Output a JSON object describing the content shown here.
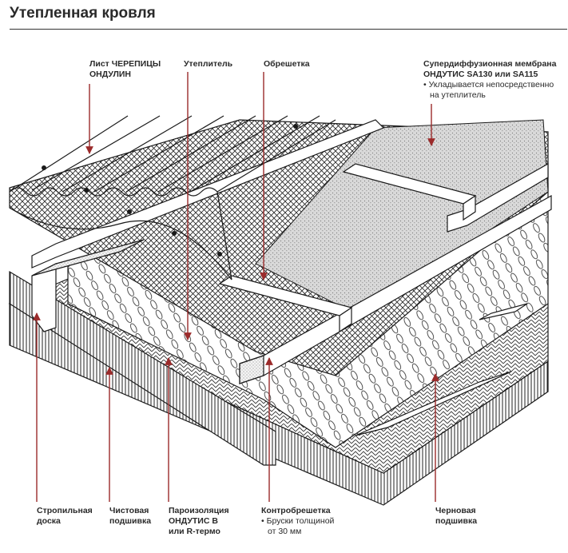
{
  "title": "Утепленная кровля",
  "colors": {
    "accent": "#9b2b2b",
    "line": "#1a1a1a"
  },
  "labels": {
    "sheet": {
      "line1": "Лист ЧЕРЕПИЦЫ",
      "line2": "ОНДУЛИН"
    },
    "insulation": {
      "line1": "Утеплитель"
    },
    "lathing": {
      "line1": "Обрешетка"
    },
    "membrane": {
      "line1": "Супердиффузионная мембрана",
      "line2": "ОНДУТИС SA130 или SA115",
      "note1": "• Укладывается непосредственно",
      "note2": "на утеплитель"
    },
    "rafter": {
      "line1": "Стропильная",
      "line2": "доска"
    },
    "finish": {
      "line1": "Чистовая",
      "line2": "подшивка"
    },
    "vapor": {
      "line1": "Пароизоляция",
      "line2": "ОНДУТИС В",
      "line3": "или R-термо"
    },
    "counter": {
      "line1": "Контробрешетка",
      "note1": "• Бруски толщиной",
      "note2": "от 30 мм"
    },
    "rough": {
      "line1": "Черновая",
      "line2": "подшивка"
    }
  }
}
